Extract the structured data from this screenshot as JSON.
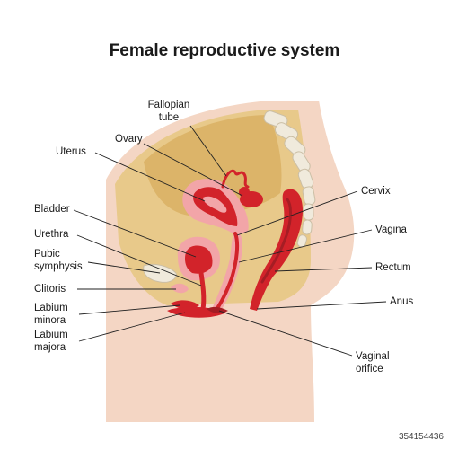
{
  "title": "Female reproductive system",
  "labels": {
    "fallopian_tube": [
      "Fallopian",
      "tube"
    ],
    "ovary": "Ovary",
    "uterus": "Uterus",
    "cervix": "Cervix",
    "bladder": "Bladder",
    "vagina": "Vagina",
    "urethra": "Urethra",
    "pubic_symphysis": [
      "Pubic",
      "symphysis"
    ],
    "rectum": "Rectum",
    "clitoris": "Clitoris",
    "anus": "Anus",
    "labium_minora": [
      "Labium",
      "minora"
    ],
    "labium_majora": [
      "Labium",
      "majora"
    ],
    "vaginal_orifice": [
      "Vaginal",
      "orifice"
    ]
  },
  "stock_id": "354154436",
  "colors": {
    "skin": "#f4d6c4",
    "pelvic_fat": "#e8c98a",
    "cavity": "#d9b063",
    "tissue_pink": "#f2a5a8",
    "organ_red": "#d2232a",
    "organ_dark": "#a51d24",
    "bone": "#f0eadc"
  }
}
